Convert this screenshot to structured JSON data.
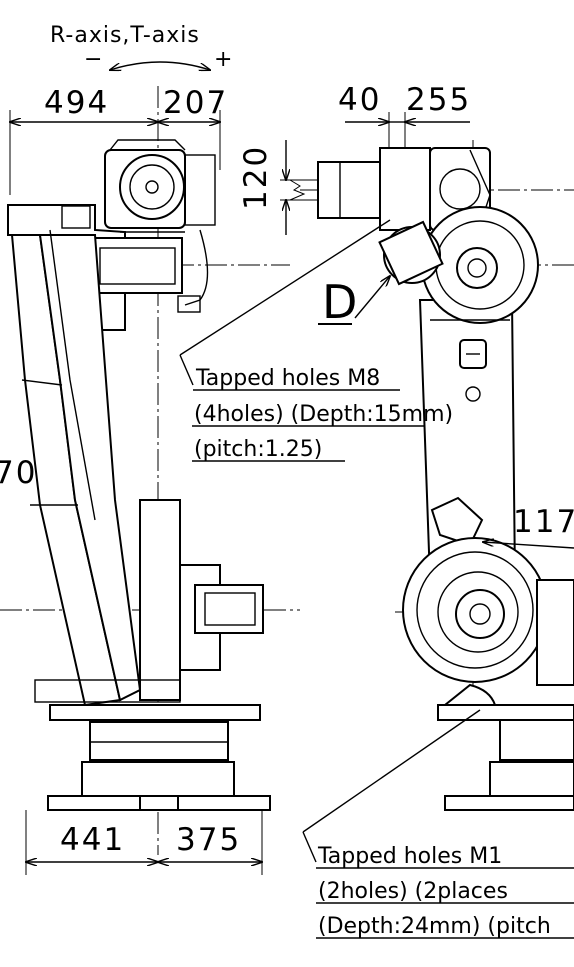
{
  "axis_label": "R-axis,T-axis",
  "rotation_minus": "−",
  "rotation_plus": "+",
  "dims": {
    "top_left": "494",
    "top_right": "207",
    "bottom_left": "441",
    "bottom_right": "375",
    "flange_a": "40",
    "flange_b": "255",
    "flange_height": "120",
    "side_height_partial": "70",
    "right_offset": "117"
  },
  "detail_label": "D",
  "note_upper": {
    "line1": "Tapped holes M8",
    "line2": "(4holes) (Depth:15mm)",
    "line3": "(pitch:1.25)"
  },
  "note_lower": {
    "line1": "Tapped holes M1",
    "line2": "(2holes) (2places",
    "line3": "(Depth:24mm) (pitch"
  }
}
